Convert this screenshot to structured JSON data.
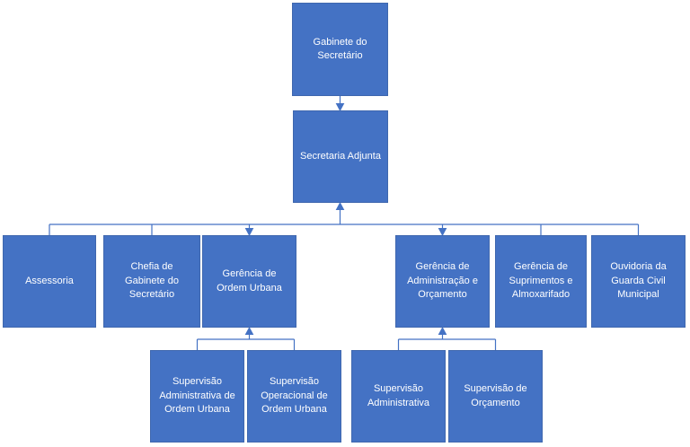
{
  "diagram": {
    "type": "org-chart",
    "nodes": [
      {
        "id": "gabinete-do-secretario",
        "label": "Gabinete do Secretário",
        "parent": null
      },
      {
        "id": "secretaria-adjunta",
        "label": "Secretaria Adjunta",
        "parent": "gabinete-do-secretario"
      },
      {
        "id": "assessoria",
        "label": "Assessoria",
        "parent": "secretaria-adjunta"
      },
      {
        "id": "chefia-de-gabinete-do-secretario",
        "label": "Chefia de Gabinete do Secretário",
        "parent": "secretaria-adjunta"
      },
      {
        "id": "gerencia-de-ordem-urbana",
        "label": "Gerência de Ordem Urbana",
        "parent": "secretaria-adjunta"
      },
      {
        "id": "gerencia-de-administracao-e-orcamento",
        "label": "Gerência de Administração e Orçamento",
        "parent": "secretaria-adjunta"
      },
      {
        "id": "gerencia-de-suprimentos-e-almoxarifado",
        "label": "Gerência de Suprimentos e Almoxarifado",
        "parent": "secretaria-adjunta"
      },
      {
        "id": "ouvidoria-da-guarda-civil-municipal",
        "label": "Ouvidoria da Guarda Civil Municipal",
        "parent": "secretaria-adjunta"
      },
      {
        "id": "supervisao-administrativa-de-ordem-urbana",
        "label": "Supervisão Administrativa de Ordem Urbana",
        "parent": "gerencia-de-ordem-urbana"
      },
      {
        "id": "supervisao-operacional-de-ordem-urbana",
        "label": "Supervisão Operacional de Ordem Urbana",
        "parent": "gerencia-de-ordem-urbana"
      },
      {
        "id": "supervisao-administrativa",
        "label": "Supervisão Administrativa",
        "parent": "gerencia-de-administracao-e-orcamento"
      },
      {
        "id": "supervisao-de-orcamento",
        "label": "Supervisão de Orçamento",
        "parent": "gerencia-de-administracao-e-orcamento"
      }
    ],
    "colors": {
      "box_fill": "#4472C4",
      "box_border": "#3F67AE",
      "box_text": "#FFFFFF",
      "connector": "#4472C4",
      "background": "#FFFFFF"
    }
  }
}
